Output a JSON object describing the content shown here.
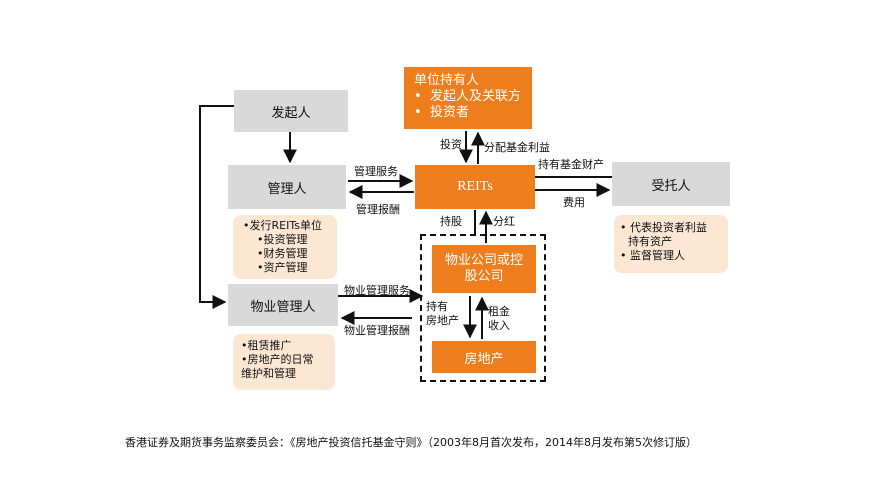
{
  "nodes": {
    "sponsor": "发起人",
    "manager": "管理人",
    "property_manager": "物业管理人",
    "reits": "REITs",
    "trustee": "受托人",
    "unitholders": {
      "title": "单位持有人",
      "items": [
        "发起人及关联方",
        "投资者"
      ]
    },
    "property_company": "物业公司或控股公司",
    "real_estate": "房地产"
  },
  "notes": {
    "manager": [
      "•发行REITs单位",
      "•投资管理",
      "•财务管理",
      "•资产管理"
    ],
    "property_manager": [
      "•租赁推广",
      "•房地产的日常",
      "维护和管理"
    ],
    "trustee": [
      "• 代表投资者利益",
      "持有资产",
      "• 监督管理人"
    ]
  },
  "edge_labels": {
    "invest": "投资",
    "distribute": "分配基金利益",
    "mgmt_service": "管理服务",
    "mgmt_fee": "管理报酬",
    "hold_assets": "持有基金财产",
    "fees": "费用",
    "shareholding": "持股",
    "dividend": "分红",
    "pm_service": "物业管理服务",
    "pm_fee": "物业管理报酬",
    "hold_property": [
      "持有",
      "房地产"
    ],
    "rent_income": [
      "租金",
      "收入"
    ]
  },
  "source": "香港证券及期货事务监察委员会：《房地产投资信托基金守则》（2003年8月首次发布，2014年8月发布第5次修订版）",
  "colors": {
    "orange": "#ee7d1e",
    "gray": "#d9d9d9",
    "note": "#fce7d4",
    "line": "#111111"
  }
}
